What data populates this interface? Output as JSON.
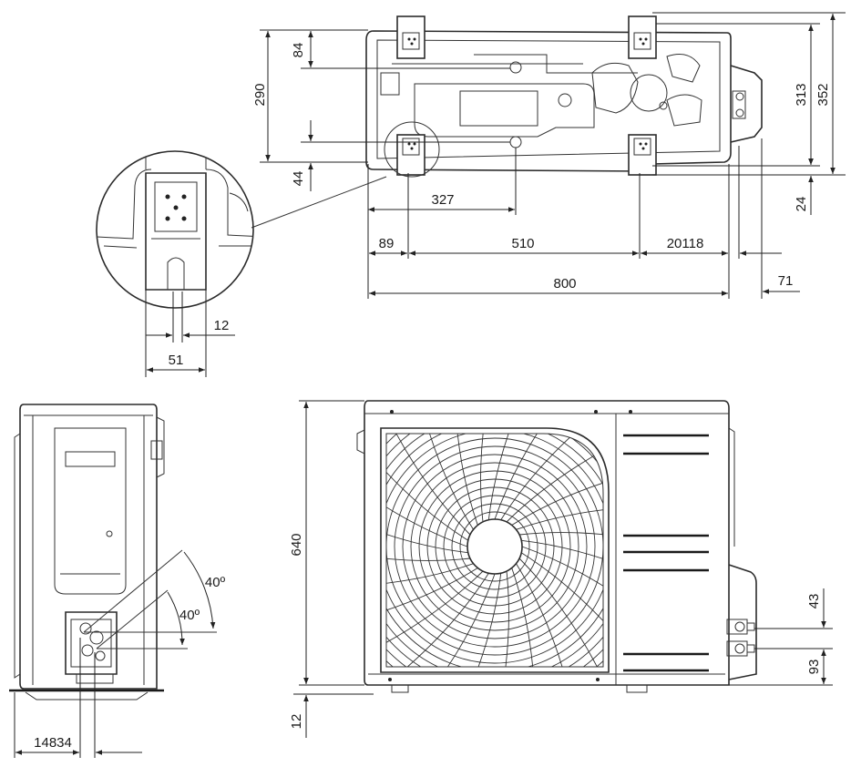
{
  "dimensions": {
    "top_height_290": "290",
    "top_offset_84": "84",
    "top_offset_44": "44",
    "top_327": "327",
    "top_89": "89",
    "top_510": "510",
    "top_20118": "20118",
    "top_800": "800",
    "top_71": "71",
    "top_313": "313",
    "top_352": "352",
    "top_24": "24",
    "detail_12": "12",
    "detail_51": "51",
    "front_640": "640",
    "front_43": "43",
    "front_93": "93",
    "front_12": "12",
    "side_14834": "14834",
    "side_angle_upper": "40º",
    "side_angle_lower": "40º"
  },
  "icons": {
    "fan": "fan-grille-icon",
    "mount_foot": "mounting-foot-icon",
    "valve": "service-valve-icon"
  },
  "colors": {
    "line": "#2b2b2b",
    "background": "#ffffff"
  }
}
